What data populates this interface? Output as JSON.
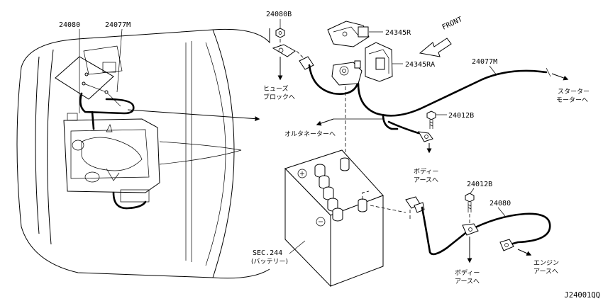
{
  "diagram_code": "J24001QQ",
  "vehicle_view": {
    "labels": {
      "battery_cable": "24080",
      "sub_harness": "24077M"
    }
  },
  "callouts": {
    "bolt_24080b": "24080B",
    "cover_24345r": "24345R",
    "cover_24345ra": "24345RA",
    "front": "FRONT",
    "harness_24077m": "24077M",
    "bolt_24012b_upper": "24012B",
    "bolt_24012b_lower": "24012B",
    "cable_24080": "24080",
    "battery_sec": "SEC.244",
    "battery_name": "(バッテリー)"
  },
  "destinations": {
    "fuse_block": [
      "ヒューズ",
      "ブロックへ"
    ],
    "alternator": "オルタネーターへ",
    "starter": [
      "スターター",
      "モーターへ"
    ],
    "body_ground_upper": [
      "ボディー",
      "アースへ"
    ],
    "body_ground_lower": [
      "ボディー",
      "アースへ"
    ],
    "engine_ground": [
      "エンジン",
      "アースへ"
    ]
  }
}
